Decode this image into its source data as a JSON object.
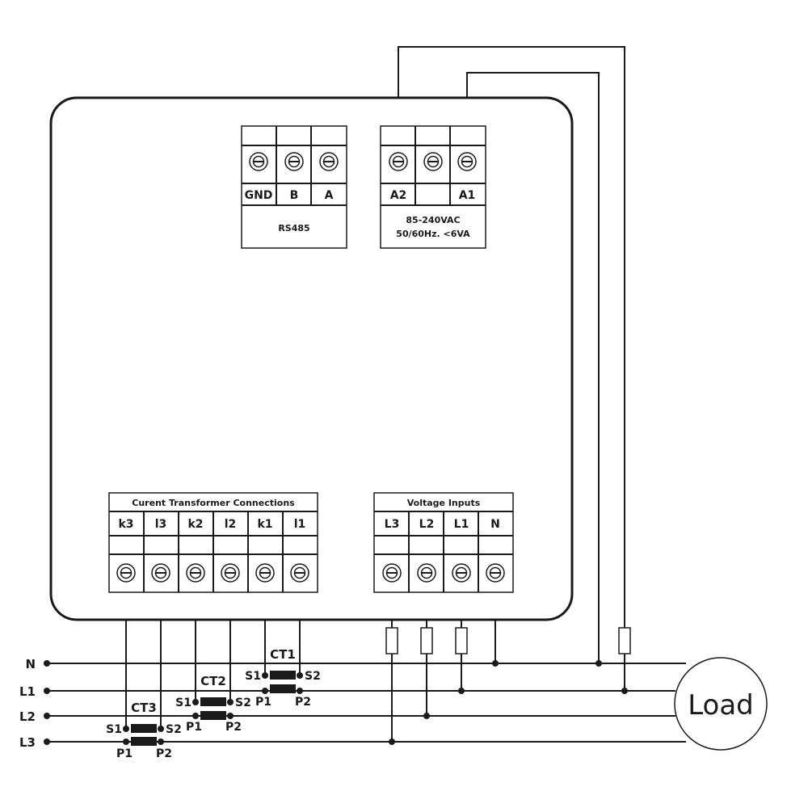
{
  "rs485": {
    "terminals": [
      "GND",
      "B",
      "A"
    ],
    "title": "RS485"
  },
  "power": {
    "terminals": [
      "A2",
      "",
      "A1"
    ],
    "line1": "85-240VAC",
    "line2": "50/60Hz. <6VA"
  },
  "ct_block": {
    "title": "Curent Transformer Connections",
    "terminals": [
      "k3",
      "l3",
      "k2",
      "l2",
      "k1",
      "l1"
    ]
  },
  "voltage_block": {
    "title": "Voltage Inputs",
    "terminals": [
      "L3",
      "L2",
      "L1",
      "N"
    ]
  },
  "lines": [
    "N",
    "L1",
    "L2",
    "L3"
  ],
  "cts": [
    {
      "name": "CT1",
      "s1": "S1",
      "s2": "S2",
      "p1": "P1",
      "p2": "P2"
    },
    {
      "name": "CT2",
      "s1": "S1",
      "s2": "S2",
      "p1": "P1",
      "p2": "P2"
    },
    {
      "name": "CT3",
      "s1": "S1",
      "s2": "S2",
      "p1": "P1",
      "p2": "P2"
    }
  ],
  "load": "Load",
  "colors": {
    "ink": "#1a1a1a",
    "background": "#ffffff"
  }
}
